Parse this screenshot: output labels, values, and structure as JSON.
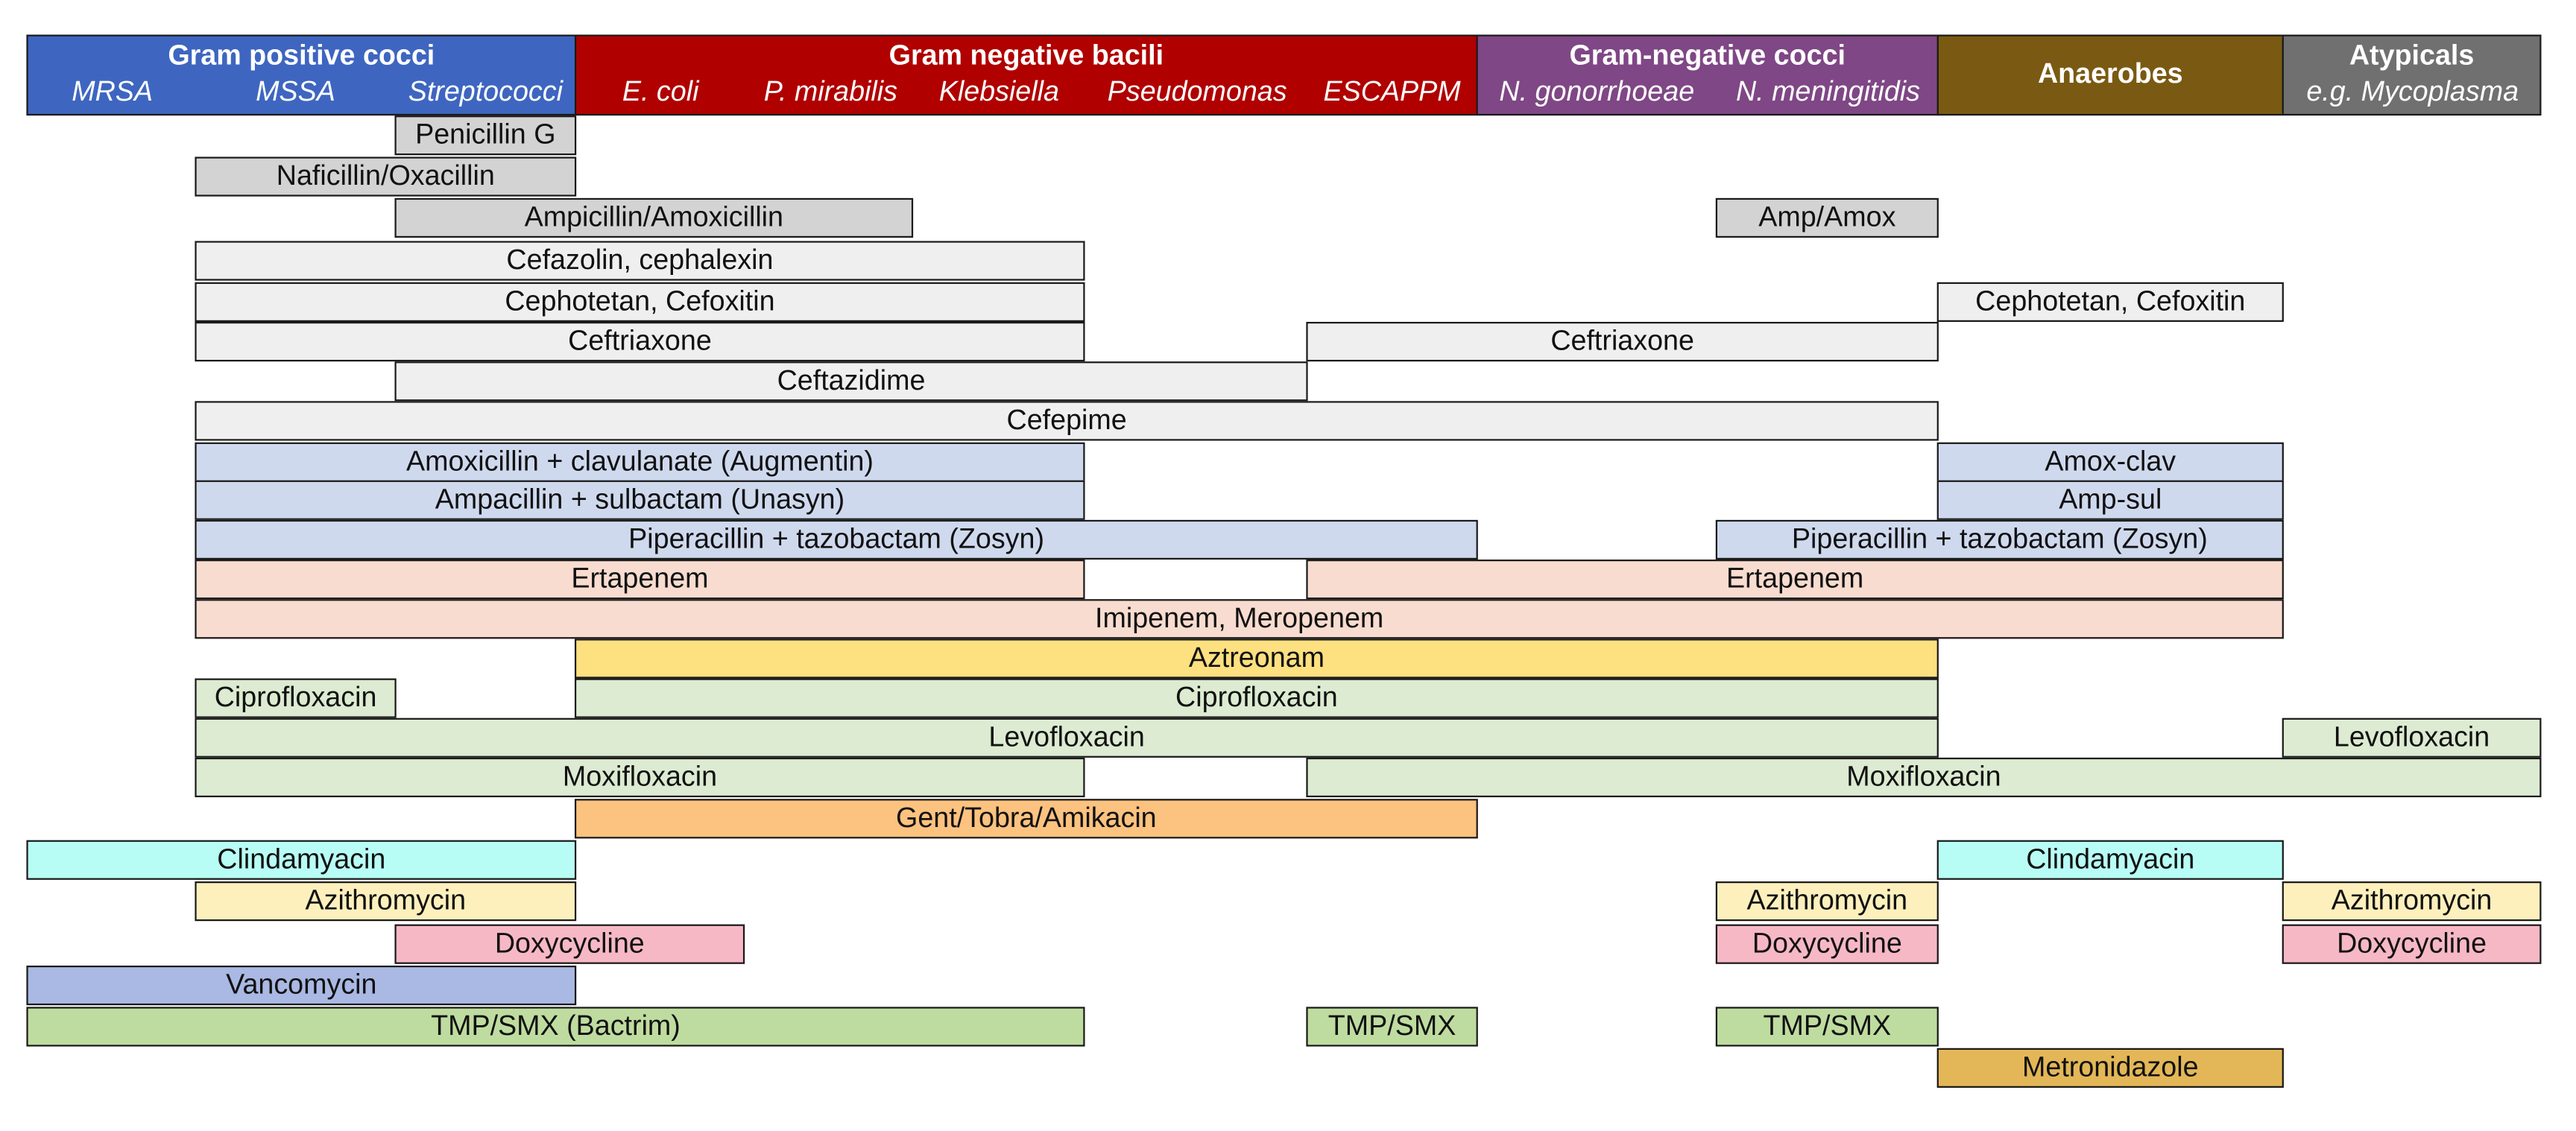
{
  "header": [
    {
      "title": "Gram positive cocci",
      "color": "#3e66c0",
      "organisms": [
        "MRSA",
        "MSSA",
        "Streptococci"
      ]
    },
    {
      "title": "Gram negative bacili",
      "color": "#b00000",
      "organisms": [
        "E. coli",
        "P. mirabilis",
        "Klebsiella",
        "Pseudomonas",
        "ESCAPPM"
      ]
    },
    {
      "title": "Gram-negative cocci",
      "color": "#7f4785",
      "organisms": [
        "N. gonorrhoeae",
        "N. meningitidis"
      ]
    },
    {
      "title": "Anaerobes",
      "color": "#7a5a12",
      "organisms": []
    },
    {
      "title": "Atypicals",
      "color": "#707070",
      "organisms": [
        "e.g. Mycoplasma"
      ]
    }
  ],
  "drugs": [
    "Penicillin G",
    "Naficillin/Oxacillin",
    "Ampicillin/Amoxicillin",
    "Amp/Amox",
    "Cefazolin, cephalexin",
    "Cephotetan, Cefoxitin",
    "Ceftriaxone",
    "Ceftazidime",
    "Cefepime",
    "Amoxicillin + clavulanate (Augmentin)",
    "Amox-clav",
    "Ampacillin + sulbactam (Unasyn)",
    "Amp-sul",
    "Piperacillin + tazobactam (Zosyn)",
    "Ertapenem",
    "Imipenem, Meropenem",
    "Aztreonam",
    "Ciprofloxacin",
    "Levofloxacin",
    "Moxifloxacin",
    "Gent/Tobra/Amikacin",
    "Clindamyacin",
    "Azithromycin",
    "Doxycycline",
    "Vancomycin",
    "TMP/SMX (Bactrim)",
    "TMP/SMX",
    "Metronidazole"
  ],
  "colors": {
    "natural_penicillin": "#d3d3d3",
    "cephalosporin": "#efefef",
    "beta_lactamase_combo": "#cfd9ee",
    "carbapenem": "#f8dccf",
    "monobactam": "#fde080",
    "fluoroquinolone": "#dcebd1",
    "aminoglycoside": "#fcc27f",
    "lincosamide": "#b8fdf5",
    "macrolide": "#fdf0bd",
    "tetracycline": "#f7b8c6",
    "glycopeptide": "#a9b9e3",
    "sulfonamide": "#bfdca0",
    "nitroimidazole": "#e3b757"
  }
}
